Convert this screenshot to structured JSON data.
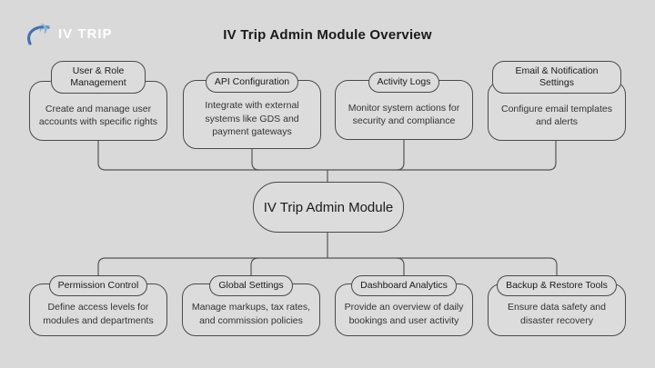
{
  "header": {
    "logo_text": "IV TRIP",
    "title": "IV Trip Admin Module Overview"
  },
  "diagram": {
    "center": {
      "label": "IV Trip Admin Module"
    },
    "top_nodes": [
      {
        "label": "User & Role Management",
        "description": "Create and manage user accounts with specific rights"
      },
      {
        "label": "API Configuration",
        "description": "Integrate with external systems like GDS and payment gateways"
      },
      {
        "label": "Activity Logs",
        "description": "Monitor system actions for security and compliance"
      },
      {
        "label": "Email & Notification Settings",
        "description": "Configure email templates and alerts"
      }
    ],
    "bottom_nodes": [
      {
        "label": "Permission Control",
        "description": "Define access levels for modules and departments"
      },
      {
        "label": "Global Settings",
        "description": "Manage markups, tax rates, and commission policies"
      },
      {
        "label": "Dashboard Analytics",
        "description": "Provide an overview of daily bookings and user activity"
      },
      {
        "label": "Backup & Restore Tools",
        "description": "Ensure data safety and disaster recovery"
      }
    ]
  },
  "colors": {
    "background": "#d9d9d9",
    "node_fill": "#dcdcdc",
    "node_border": "#4a4a4a",
    "connector": "#555555",
    "title_text": "#1a1a1a",
    "body_text": "#333333",
    "logo_text": "#ffffff",
    "plane_blue": "#8ab1d9",
    "swoosh_blue": "#3f74ad"
  }
}
